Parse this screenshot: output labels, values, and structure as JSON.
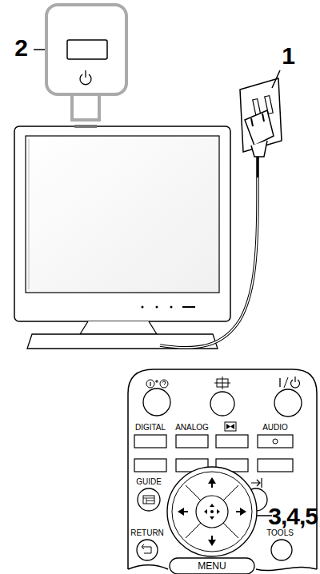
{
  "diagram": {
    "labels": [
      "2",
      "1",
      "DIGITAL",
      "ANALOG",
      "AUDIO",
      "GUIDE",
      "RETURN",
      "TOOLS",
      "MENU",
      "3,4,5"
    ]
  }
}
